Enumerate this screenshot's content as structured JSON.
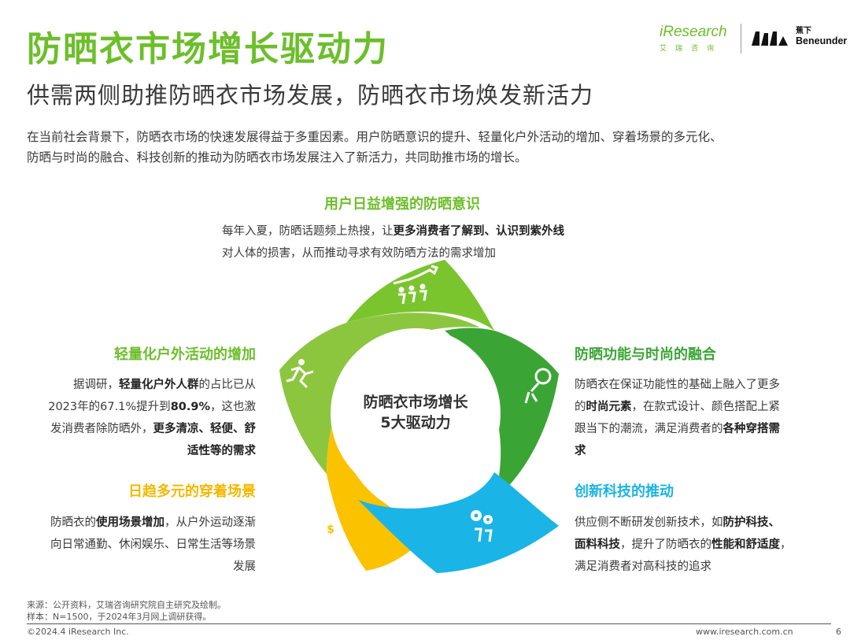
{
  "header": {
    "title": "防晒衣市场增长驱动力",
    "subtitle": "供需两侧助推防晒衣市场发展，防晒衣市场焕发新活力",
    "intro_line1": "在当前社会背景下，防晒衣市场的快速发展得益于多重因素。用户防晒意识的提升、轻量化户外活动的增加、穿着场景的多元化、",
    "intro_line2": "防晒与时尚的融合、科技创新的推动为防晒衣市场发展注入了新活力，共同助推市场的增长。"
  },
  "logos": {
    "iresearch_name": "iResearch",
    "iresearch_cn": "艾瑞咨询",
    "beneunder_cn": "蕉下",
    "beneunder_en": "Beneunder"
  },
  "center": {
    "line1": "防晒衣市场增长",
    "line2": "5大驱动力"
  },
  "sections": {
    "awareness": {
      "title": "用户日益增强的防晒意识",
      "l1a": "每年入夏，防晒话题频上热搜，让",
      "l1b": "更多消费者了解到、认识到紫外线",
      "l2": "对人体的损害，从而推动寻求有效防晒方法的需求增加",
      "color": "#6cbf2a"
    },
    "outdoor": {
      "title": "轻量化户外活动的增加",
      "l1a": "据调研，",
      "l1b": "轻量化户外人群",
      "l1c": "的占比已从",
      "l2a": "2023年的67.1%提升到",
      "l2b": "80.9%",
      "l2c": "，这也激",
      "l3a": "发消费者除防晒外，",
      "l3b": "更多清凉、轻便、舒",
      "l4": "适性等的需求",
      "color": "#6cbf2a"
    },
    "fashion": {
      "title": "防晒功能与时尚的融合",
      "l1": "防晒衣在保证功能性的基础上融入了更多",
      "l2a": "的",
      "l2b": "时尚元素",
      "l2c": "，在款式设计、颜色搭配上紧",
      "l3a": "跟当下的潮流，满足消费者的",
      "l3b": "各种穿搭需",
      "l4": "求",
      "color": "#3aa535"
    },
    "scene": {
      "title": "日趋多元的穿着场景",
      "l1a": "防晒衣的",
      "l1b": "使用场景增加",
      "l1c": "，从户外运动逐渐",
      "l2": "向日常通勤、休闲娱乐、日常生活等场景",
      "l3": "发展",
      "color": "#f5b800"
    },
    "tech": {
      "title": "创新科技的推动",
      "l1a": "供应侧不断研发创新技术，如",
      "l1b": "防护科技、",
      "l2a": "面料科技",
      "l2b": "，提升了防晒衣的",
      "l2c": "性能和舒适度",
      "l2d": "，",
      "l3": "满足消费者对高科技的追求",
      "color": "#1ab4e6"
    }
  },
  "footer": {
    "source": "来源：公开资料，艾瑞咨询研究院自主研究及绘制。",
    "sample": "样本：N=1500，于2024年3月网上调研获得。",
    "copyright": "©2024.4 iResearch Inc.",
    "url": "www.iresearch.com.cn",
    "page": "6"
  }
}
